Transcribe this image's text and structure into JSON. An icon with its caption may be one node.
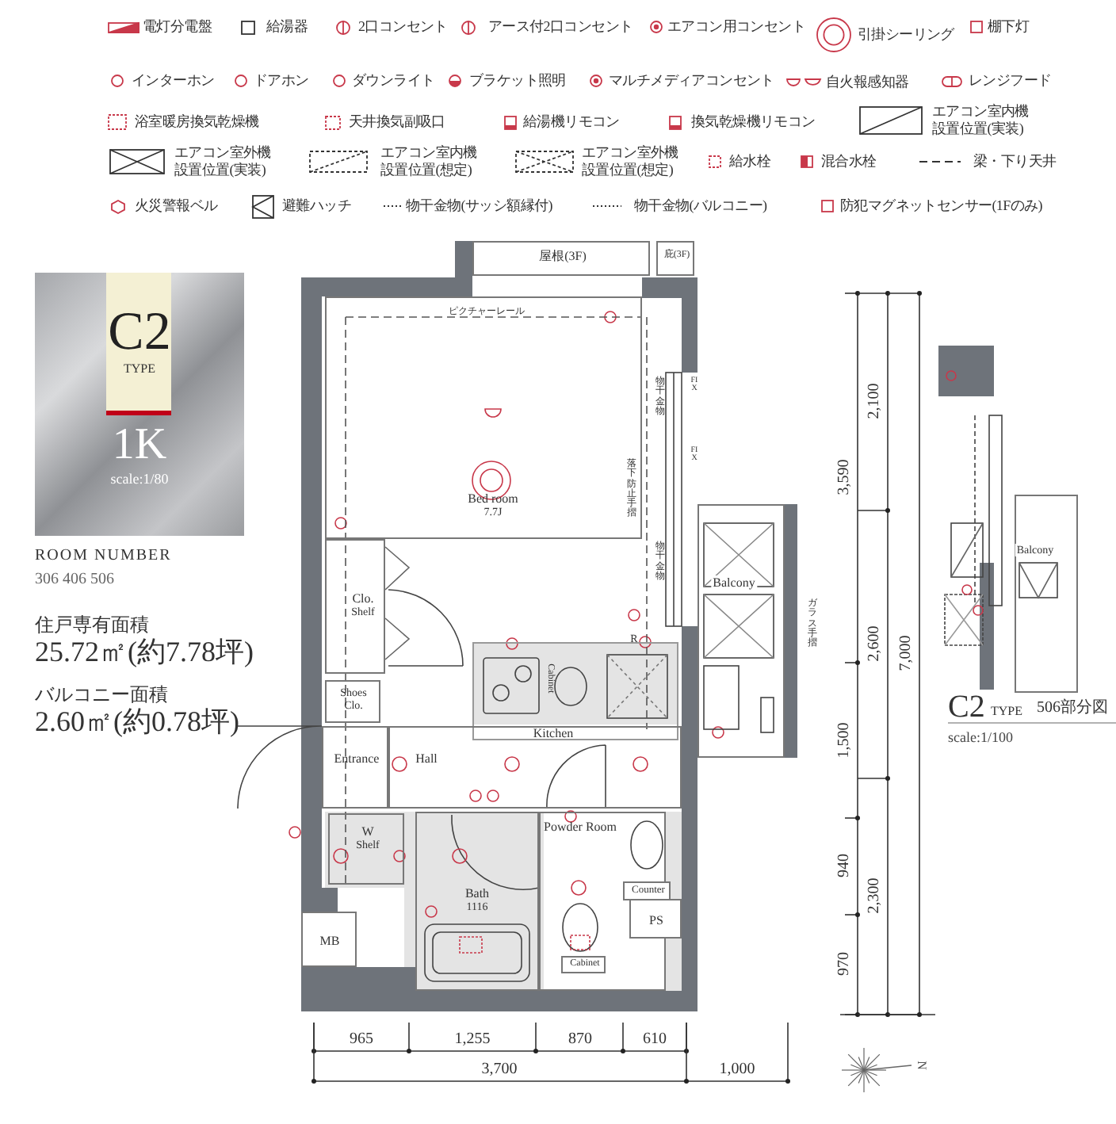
{
  "diagram": {
    "nodes": [
      {
        "text": [
          "屋根(3F)"
        ]
      },
      {
        "text": [
          "庇(3F)"
        ]
      },
      {
        "text": [
          "Bed room",
          "7.7J"
        ]
      },
      {
        "text": [
          "Clo.",
          "Shelf"
        ]
      },
      {
        "text": [
          "Shoes Clo."
        ]
      },
      {
        "text": [
          "Kitchen"
        ]
      },
      {
        "text": [
          "Entrance"
        ]
      },
      {
        "text": [
          "Hall"
        ]
      },
      {
        "text": [
          "W",
          "Shelf"
        ]
      },
      {
        "text": [
          "Powder Room"
        ]
      },
      {
        "text": [
          "Counter"
        ],
        "in": 9
      },
      {
        "text": [
          "Cabinet"
        ],
        "in": 9
      },
      {
        "text": [
          "Bath",
          "1116"
        ]
      },
      {
        "text": [
          "PS"
        ]
      },
      {
        "text": [
          "MB"
        ]
      },
      {
        "text": [
          "Balcony"
        ]
      },
      {
        "text": [
          "Balcony"
        ]
      }
    ],
    "labels": [
      "ROOM NUMBER",
      "306 406 506",
      "住戸専有面積",
      "25.72㎡(約7.78坪)",
      "バルコニー面積",
      "2.60㎡(約0.78坪)",
      "C2",
      "TYPE",
      "1K",
      "scale:1/80",
      "ピクチャーレール",
      "FIX",
      "FIX",
      "物干金物",
      "落下防止手摺",
      "物干金物",
      "ガラス手摺",
      "Cabinet",
      "R",
      "965",
      "1,255",
      "870",
      "610",
      "3,700",
      "1,000",
      "3,590",
      "2,100",
      "2,600",
      "7,000",
      "1,500",
      "940",
      "2,300",
      "970",
      "C2",
      "TYPE",
      "506部分図",
      "scale:1/100",
      "N"
    ],
    "legend": [
      {
        "text": "電灯分電盤"
      },
      {
        "text": "給湯器"
      },
      {
        "text": "2口コンセント"
      },
      {
        "text": "アース付2口コンセント"
      },
      {
        "text": "エアコン用コンセント"
      },
      {
        "text": "引掛シーリング"
      },
      {
        "text": "棚下灯"
      },
      {
        "text": "インターホン"
      },
      {
        "text": "ドアホン"
      },
      {
        "text": "ダウンライト"
      },
      {
        "text": "ブラケット照明"
      },
      {
        "text": "マルチメディアコンセント"
      },
      {
        "text": "自火報感知器"
      },
      {
        "text": "レンジフード"
      },
      {
        "text": "浴室暖房換気乾燥機"
      },
      {
        "text": "天井換気副吸口"
      },
      {
        "text": "給湯機リモコン"
      },
      {
        "text": "換気乾燥機リモコン"
      },
      {
        "text": "エアコン室内機設置位置(実装)"
      },
      {
        "text": "エアコン室外機設置位置(実装)"
      },
      {
        "text": "エアコン室内機設置位置(想定)"
      },
      {
        "text": "エアコン室外機設置位置(想定)"
      },
      {
        "text": "給水栓"
      },
      {
        "text": "混合水栓"
      },
      {
        "text": "梁・下り天井"
      },
      {
        "text": "火災警報ベル"
      },
      {
        "text": "避難ハッチ"
      },
      {
        "text": "物干金物(サッシ額縁付)"
      },
      {
        "text": "物干金物(バルコニー)"
      },
      {
        "text": "防犯マグネットセンサー(1Fのみ)"
      }
    ]
  }
}
